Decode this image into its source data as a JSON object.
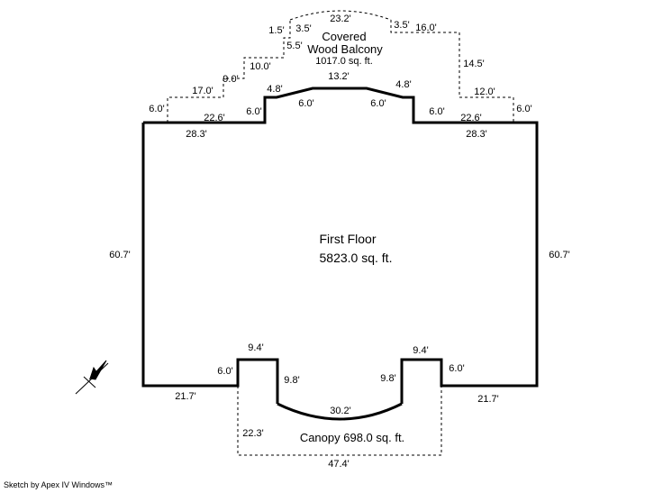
{
  "first_floor": {
    "name": "First Floor",
    "area": "5823.0 sq. ft."
  },
  "balcony": {
    "name_line1": "Covered",
    "name_line2": "Wood Balcony",
    "area": "1017.0 sq. ft."
  },
  "canopy": {
    "label": "Canopy 698.0 sq. ft."
  },
  "dimensions": {
    "left_wall": "60.7'",
    "right_wall": "60.7'",
    "top_left_run": "28.3'",
    "top_right_run": "28.3'",
    "top_left_step": "6.0'",
    "top_right_step": "6.0'",
    "top_left_angle": "4.8'",
    "top_right_angle": "4.8'",
    "top_center": "13.2'",
    "top_left_notch": "6.0'",
    "top_right_notch": "6.0'",
    "bottom_left_run": "21.7'",
    "bottom_right_run": "21.7'",
    "bottom_left_step": "6.0'",
    "bottom_right_step": "6.0'",
    "bottom_left_top": "9.4'",
    "bottom_right_top": "9.4'",
    "bottom_left_side": "9.8'",
    "bottom_right_side": "9.8'",
    "bottom_arc": "30.2'",
    "canopy_side": "22.3'",
    "canopy_bottom": "47.4'",
    "bal_left_outer": "6.0'",
    "bal_left_inner": "22.6'",
    "bal_right_outer": "6.0'",
    "bal_right_inner": "22.6'",
    "bal_17": "17.0'",
    "bal_9": "9.0'",
    "bal_10": "10.0'",
    "bal_55": "5.5'",
    "bal_15": "1.5'",
    "bal_35_left": "3.5'",
    "bal_arc": "23.2'",
    "bal_35_right": "3.5'",
    "bal_16": "16.0'",
    "bal_145": "14.5'",
    "bal_12": "12.0'"
  },
  "footer": {
    "text": "Sketch by Apex IV Windows™"
  }
}
